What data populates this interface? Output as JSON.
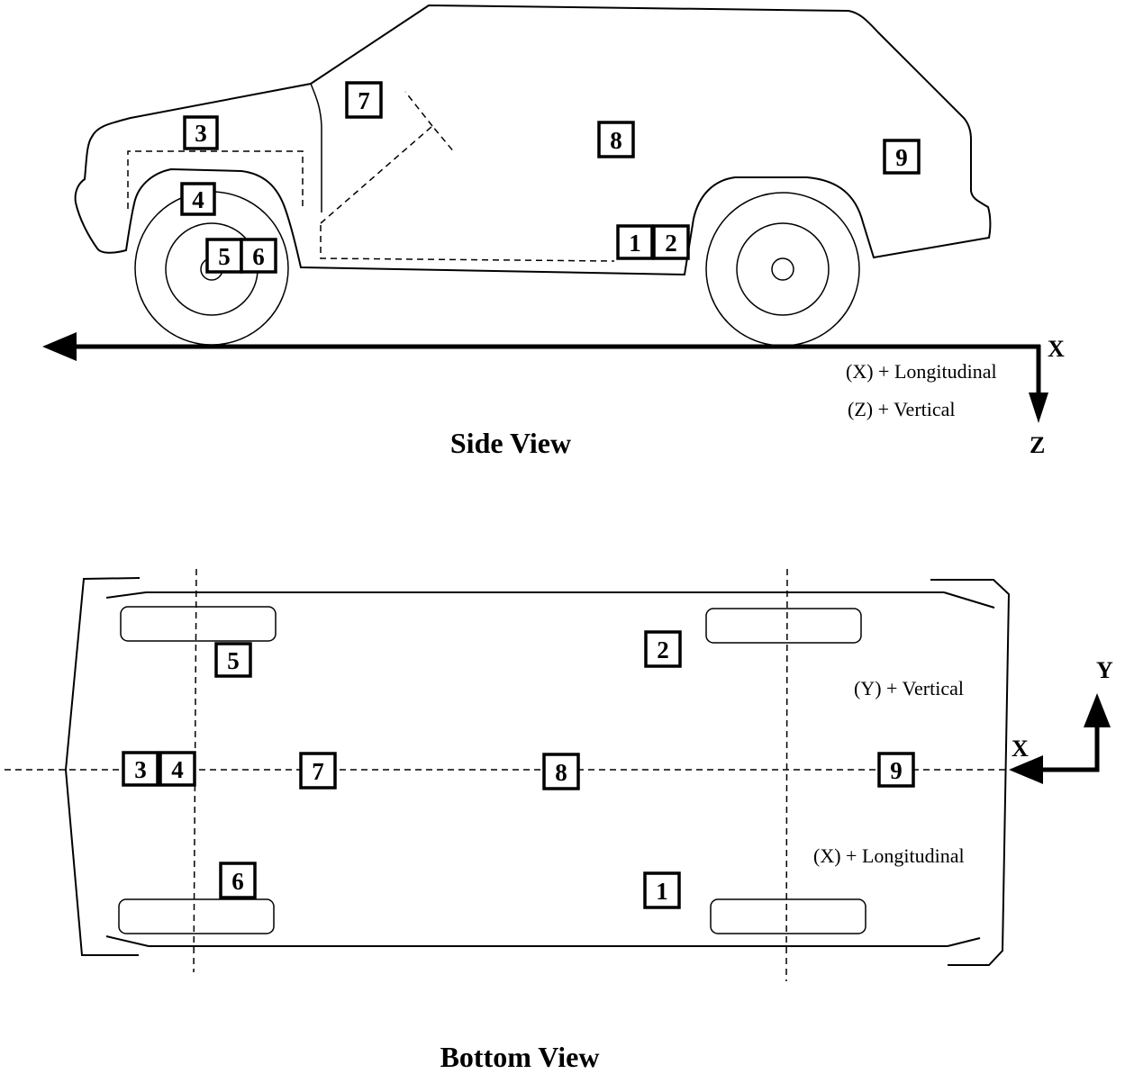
{
  "side_view": {
    "title": "Side View",
    "sensor_labels": [
      "1",
      "2",
      "3",
      "4",
      "5",
      "6",
      "7",
      "8",
      "9"
    ],
    "legend_x": "(X) + Longitudinal",
    "legend_z": "(Z) + Vertical",
    "axis_x": "X",
    "axis_z": "Z"
  },
  "bottom_view": {
    "title": "Bottom View",
    "sensor_labels": [
      "1",
      "2",
      "3",
      "4",
      "5",
      "6",
      "7",
      "8",
      "9"
    ],
    "legend_y": "(Y) + Vertical",
    "legend_x": "(X) + Longitudinal",
    "axis_x": "X",
    "axis_y": "Y"
  }
}
